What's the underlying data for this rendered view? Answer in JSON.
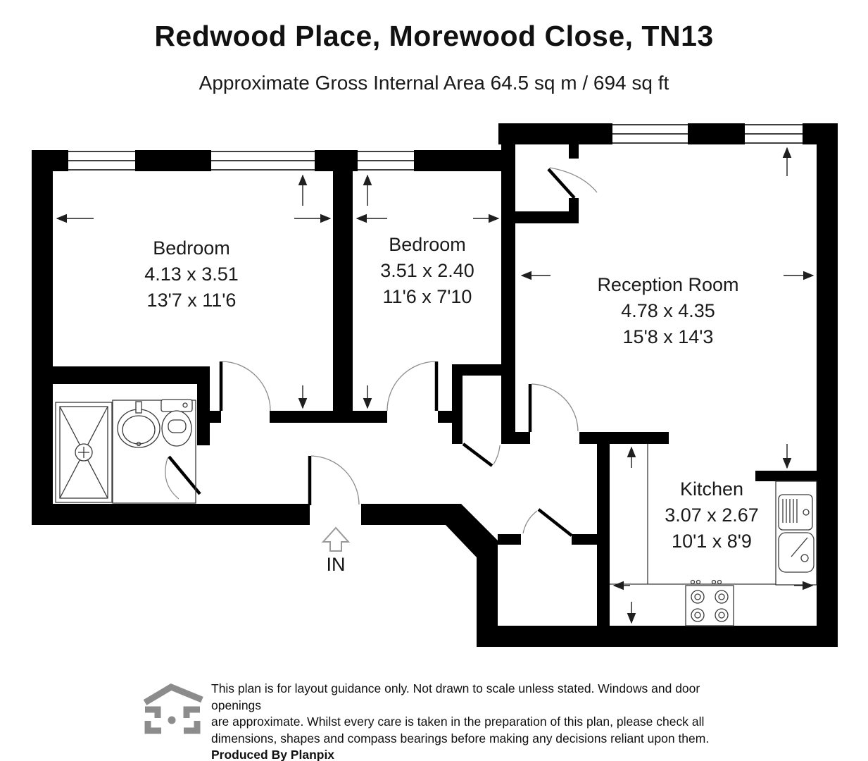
{
  "title": "Redwood Place, Morewood Close, TN13",
  "subtitle": "Approximate Gross Internal Area 64.5 sq m / 694 sq ft",
  "rooms": [
    {
      "name": "Bedroom",
      "metric": "4.13 x 3.51",
      "imperial": "13'7 x 11'6"
    },
    {
      "name": "Bedroom",
      "metric": "3.51 x 2.40",
      "imperial": "11'6 x 7'10"
    },
    {
      "name": "Reception Room",
      "metric": "4.78 x 4.35",
      "imperial": "15'8 x 14'3"
    },
    {
      "name": "Kitchen",
      "metric": "3.07 x 2.67",
      "imperial": "10'1 x 8'9"
    }
  ],
  "entrance_label": "IN",
  "footer": {
    "disclaimer_lines": [
      "This plan is for layout guidance only. Not drawn to scale unless stated. Windows and door openings",
      "are approximate. Whilst every care is taken in the preparation of this plan, please check all",
      "dimensions, shapes and compass bearings before making any decisions reliant upon them."
    ],
    "produced_by": "Produced By Planpix"
  },
  "icons": {
    "logo": "planpix-house-logo",
    "entrance_arrow": "arrow-up"
  },
  "fixtures": [
    "shower-tray",
    "bathroom-sink",
    "toilet",
    "kitchen-sink-drainer",
    "kitchen-sink-bowl",
    "hob-4-burner",
    "worktops"
  ],
  "colors": {
    "wall": "#000000",
    "label": "#1a1a1a",
    "arc": "#8d8d8d",
    "fixture": "#3a3a3a",
    "arrow": "#1f1f1f",
    "entr": "#9a9a9a",
    "logo": "#8c8c8c"
  }
}
